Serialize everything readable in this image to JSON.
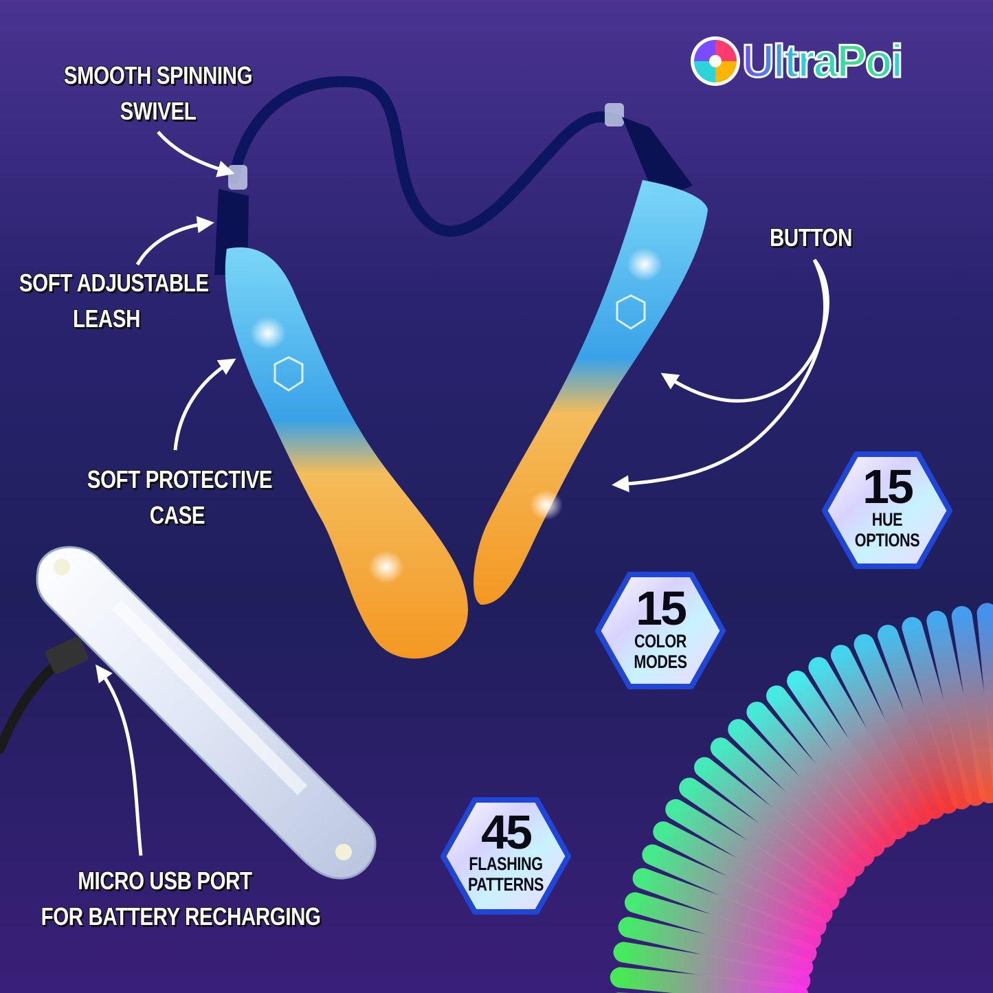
{
  "brand": {
    "logo_text": "UltraPoi"
  },
  "labels": {
    "swivel": [
      "SMOOTH SPINNING",
      "SWIVEL"
    ],
    "leash": [
      "SOFT ADJUSTABLE",
      "LEASH"
    ],
    "case": [
      "SOFT PROTECTIVE",
      "CASE"
    ],
    "button": [
      "BUTTON"
    ],
    "usb": [
      "MICRO USB PORT",
      "FOR BATTERY RECHARGING"
    ]
  },
  "badges": {
    "hue": {
      "number": "15",
      "line1": "HUE",
      "line2": "OPTIONS"
    },
    "color": {
      "number": "15",
      "line1": "COLOR",
      "line2": "MODES"
    },
    "flash": {
      "number": "45",
      "line1": "FLASHING",
      "line2": "PATTERNS"
    }
  },
  "colors": {
    "glow_blue": "#4fc8f5",
    "glow_orange": "#ffb030",
    "leash": "#0c1560",
    "badge_border": "#2046d8"
  }
}
